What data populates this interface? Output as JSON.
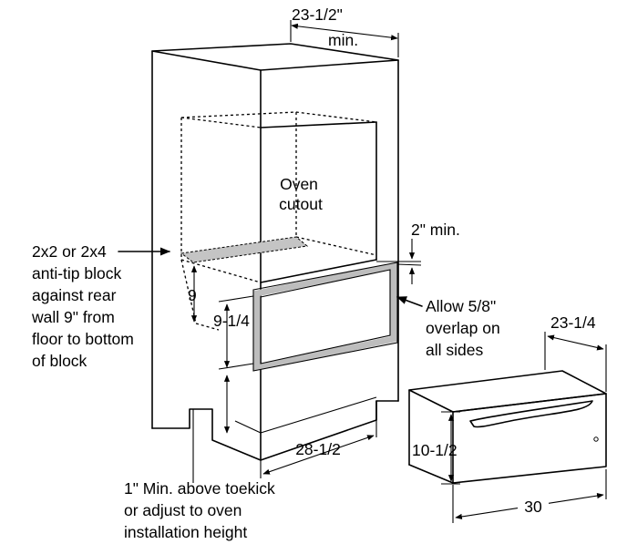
{
  "labels": {
    "cab_width_l1": "23-1/2\"",
    "cab_width_l2": "min.",
    "oven_cutout_l1": "Oven",
    "oven_cutout_l2": "cutout",
    "gap_min": "2\" min.",
    "block_l1": "2x2 or 2x4",
    "block_l2": "anti-tip block",
    "block_l3": "against rear",
    "block_l4": "wall 9\" from",
    "block_l5": "floor to bottom",
    "block_l6": "of block",
    "dim_9": "9",
    "dim_9_1_4": "9-1/4",
    "overlap_l1": "Allow 5/8\"",
    "overlap_l2": "overlap on",
    "overlap_l3": "all sides",
    "depth_23_1_4": "23-1/4",
    "dim_28_1_2": "28-1/2",
    "dim_10_1_2": "10-1/2",
    "dim_30": "30",
    "toekick_l1": "1\" Min. above toekick",
    "toekick_l2": "or adjust to oven",
    "toekick_l3": "installation height"
  },
  "colors": {
    "line": "#000000",
    "anti_tip_block": "#c4c4c4",
    "drawer_opening": "#bdbdbd"
  }
}
